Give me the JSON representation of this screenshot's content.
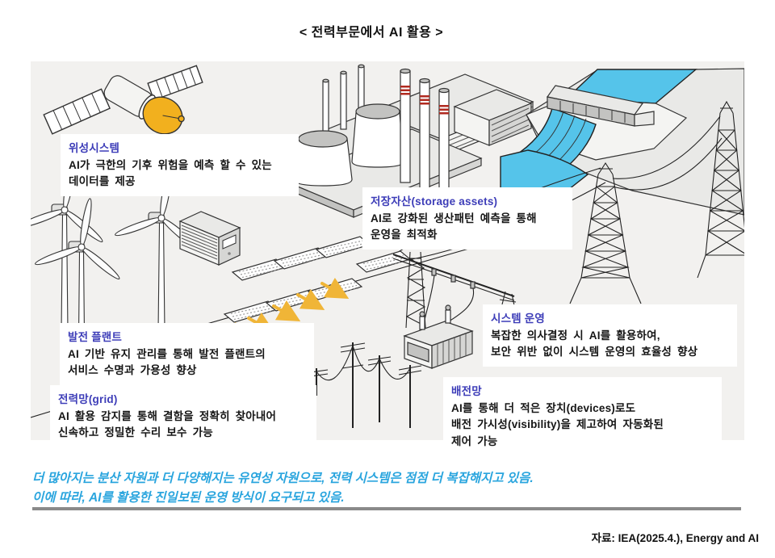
{
  "title": "< 전력부문에서 AI 활용 >",
  "colors": {
    "label_title": "#3d3db8",
    "summary_text": "#2aa5de",
    "water": "#55c4ea",
    "dish": "#f2b01e",
    "arrow": "#f0b537",
    "diagram_bg": "#f2f1ef",
    "divider": "#8a8a8a"
  },
  "labels": {
    "satellite": {
      "title": "위성시스템",
      "body": "AI가 극한의 기후 위험을 예측 할 수 있는\n데이터를 제공"
    },
    "storage": {
      "title": "저장자산(storage assets)",
      "body": "AI로 강화된 생산패턴 예측을 통해\n운영을 최적화"
    },
    "plant": {
      "title": "발전 플랜트",
      "body": "AI 기반 유지 관리를 통해 발전 플랜트의\n서비스 수명과 가용성 향상"
    },
    "system": {
      "title": "시스템 운영",
      "body": "복잡한 의사결정 시 AI를 활용하여,\n보안 위반 없이 시스템 운영의 효율성 향상"
    },
    "grid": {
      "title": "전력망(grid)",
      "body": "AI 활용 감지를 통해 결함을 정확히 찾아내어\n신속하고 정밀한 수리 보수 가능"
    },
    "distribution": {
      "title": "배전망",
      "body": "AI를 통해 더 적은 장치(devices)로도\n배전 가시성(visibility)을 제고하여 자동화된\n제어 가능"
    }
  },
  "summary": "더 많아지는 분산 자원과 더 다양해지는 유연성 자원으로, 전력 시스템은 점점 더 복잡해지고 있음.\n이에 따라, AI를 활용한 진일보된 운영 방식이 요구되고 있음.",
  "source": "자료: IEA(2025.4.), Energy and AI",
  "icons": {
    "satellite": "satellite-illustration",
    "power_plant": "power-plant-illustration",
    "hydro_dam": "hydro-dam-illustration",
    "transmission_towers": "transmission-towers-illustration",
    "wind_turbines": "wind-turbines-illustration",
    "battery_storage": "battery-storage-illustration",
    "solar_panels": "solar-panels-illustration",
    "transformer": "transformer-illustration",
    "utility_poles": "utility-poles-illustration",
    "flow_arrows": "flow-arrows-icon"
  }
}
